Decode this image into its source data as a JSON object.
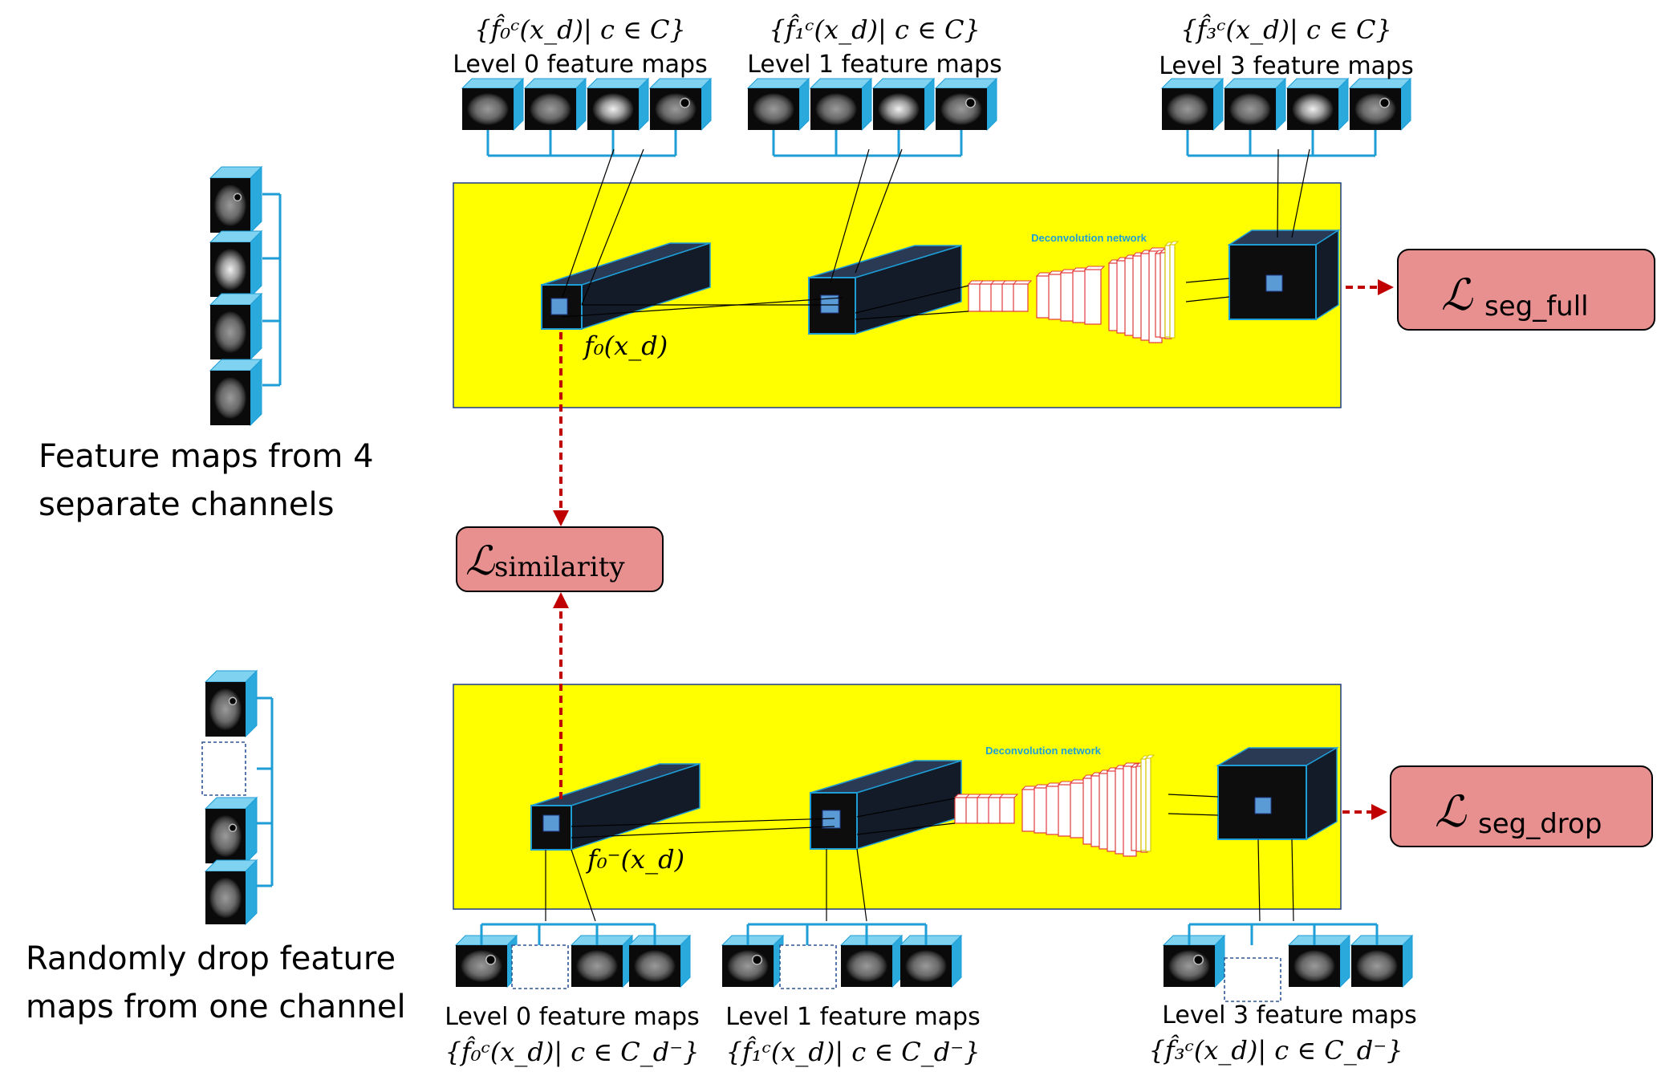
{
  "left": {
    "top_caption": [
      "Feature maps from 4",
      "separate channels"
    ],
    "bottom_caption": [
      "Randomly drop feature",
      "maps from one channel"
    ]
  },
  "top_branch": {
    "deconv_label": "Deconvolution network",
    "feature_label": "f₀(x_d)",
    "groups": [
      {
        "set": "{f̂₀ᶜ(x_d)| c ∈ C}",
        "name": "Level 0 feature maps"
      },
      {
        "set": "{f̂₁ᶜ(x_d)| c ∈ C}",
        "name": "Level 1 feature maps"
      },
      {
        "set": "{f̂₃ᶜ(x_d)| c ∈ C}",
        "name": "Level 3 feature maps"
      }
    ]
  },
  "bottom_branch": {
    "deconv_label": "Deconvolution network",
    "feature_label": "f₀⁻(x_d)",
    "groups": [
      {
        "set": "{f̂₀ᶜ(x_d)| c ∈ C_d⁻}",
        "name": "Level 0 feature maps"
      },
      {
        "set": "{f̂₁ᶜ(x_d)| c ∈ C_d⁻}",
        "name": "Level 1 feature maps"
      },
      {
        "set": "{f̂₃ᶜ(x_d)| c ∈ C_d⁻}",
        "name": "Level 3 feature maps"
      }
    ]
  },
  "losses": {
    "seg_full": {
      "symbol": "ℒ",
      "sub": "seg_full"
    },
    "seg_drop": {
      "symbol": "ℒ",
      "sub": "seg_drop"
    },
    "similarity": {
      "symbol": "ℒ",
      "sub": "similarity"
    }
  },
  "colors": {
    "panel": "#ffff00",
    "loss_box": "#e89090",
    "arrow": "#c00000",
    "connector": "#1e9ed6",
    "cube_front": "#0d0d0d",
    "cube_side": "#2a3a55",
    "patch": "#5b9bd5"
  }
}
